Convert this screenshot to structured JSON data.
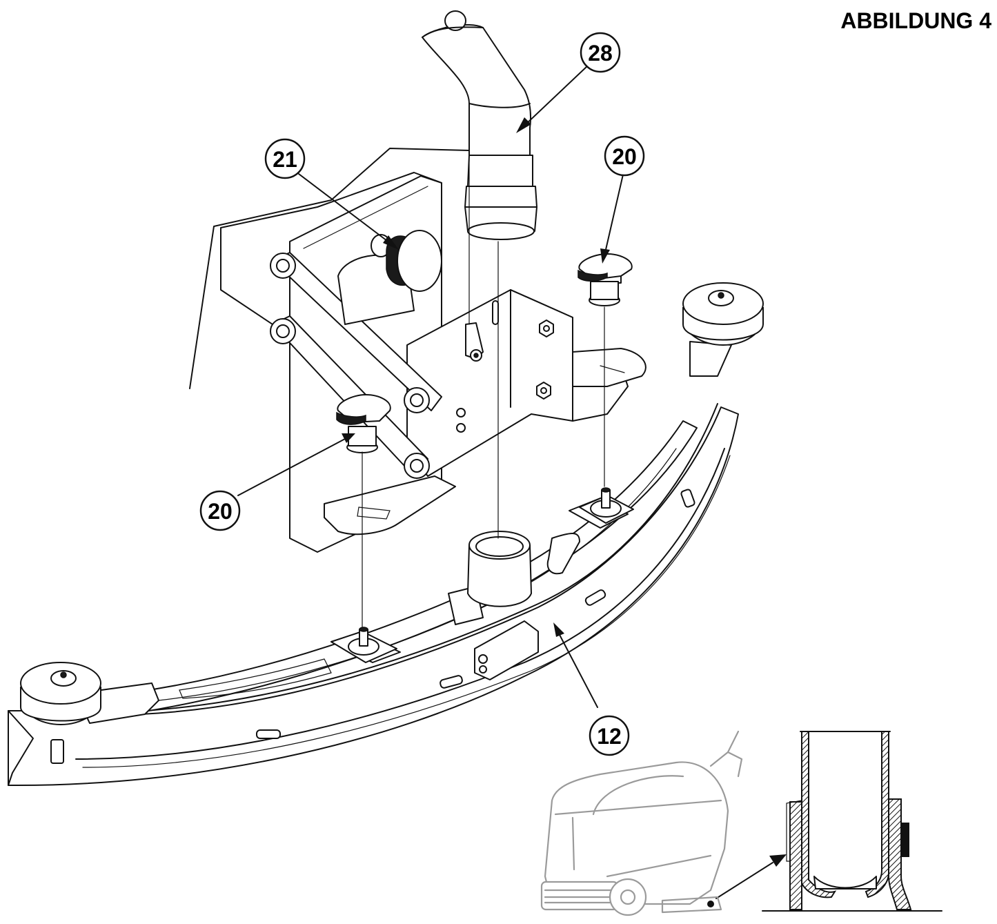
{
  "figure": {
    "title": "ABBILDUNG 4"
  },
  "callouts": [
    {
      "id": "callout-28",
      "label": "28"
    },
    {
      "id": "callout-21",
      "label": "21"
    },
    {
      "id": "callout-20-right",
      "label": "20"
    },
    {
      "id": "callout-20-left",
      "label": "20"
    },
    {
      "id": "callout-12",
      "label": "12"
    }
  ],
  "colors": {
    "line": "#111111",
    "ghost": "#9a9a9a",
    "background": "#ffffff"
  }
}
